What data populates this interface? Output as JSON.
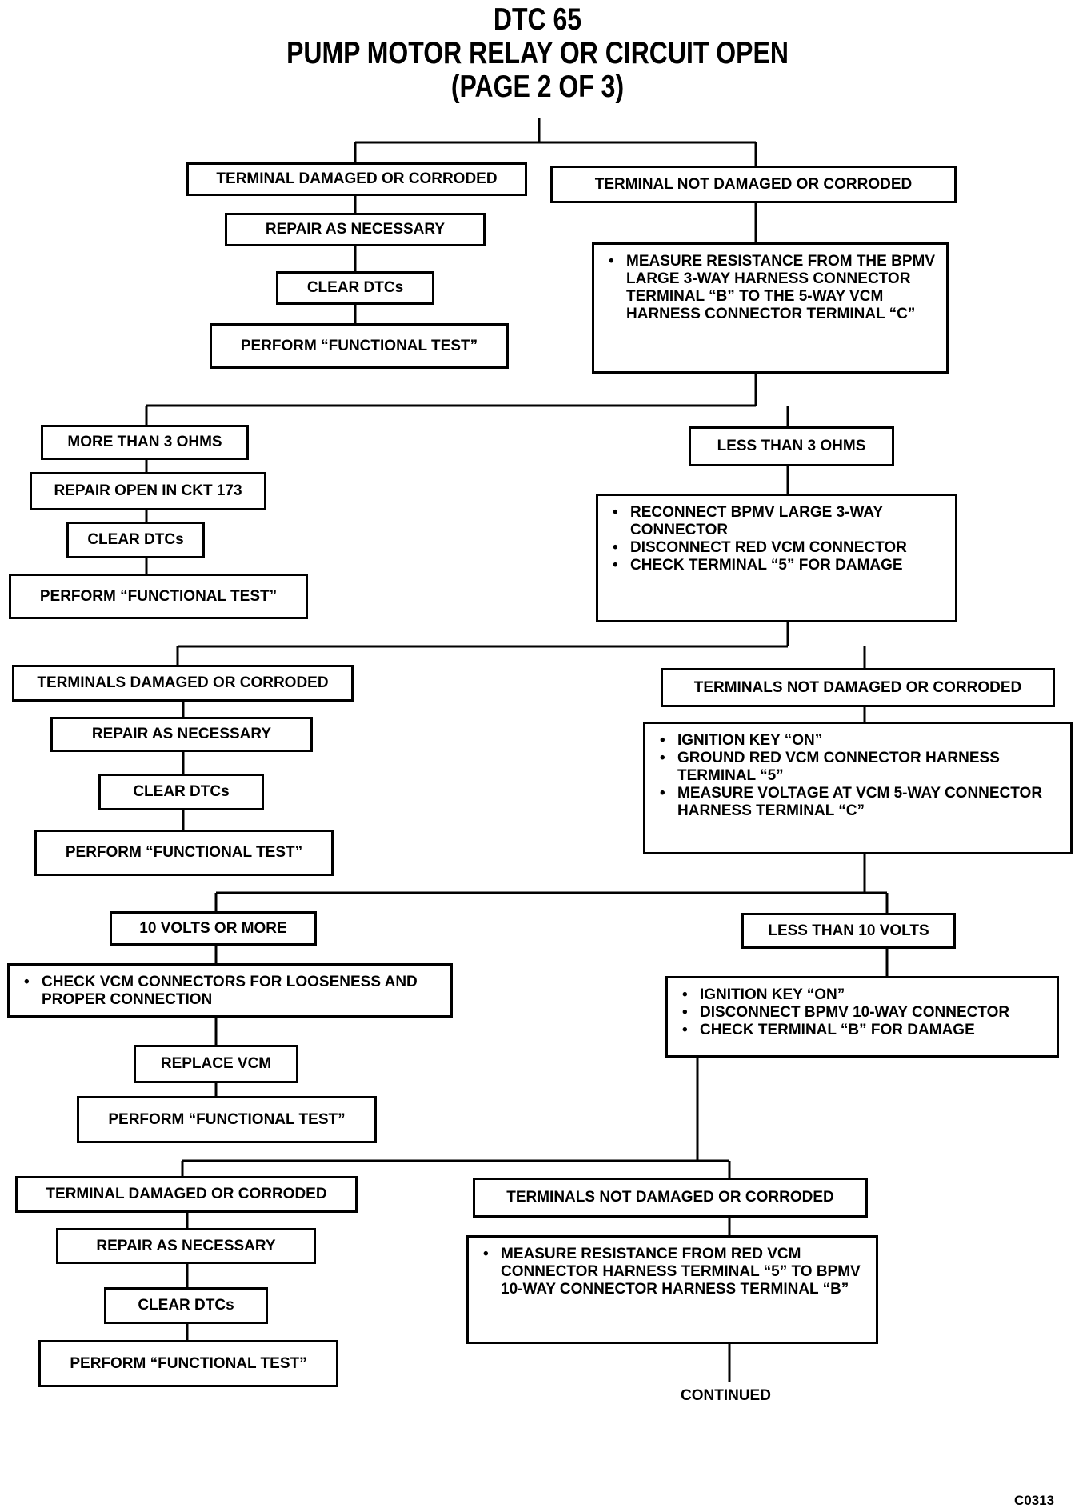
{
  "title": {
    "line1": "DTC 65",
    "line2": "PUMP MOTOR RELAY OR CIRCUIT OPEN",
    "line3": "(PAGE 2 OF 3)"
  },
  "boxes": {
    "b1": "TERMINAL DAMAGED OR CORRODED",
    "b2": "REPAIR AS NECESSARY",
    "b3": "CLEAR DTCs",
    "b4": "PERFORM “FUNCTIONAL TEST”",
    "b5": "TERMINAL NOT DAMAGED OR CORRODED",
    "b6": [
      "MEASURE RESISTANCE FROM THE BPMV LARGE 3-WAY HARNESS CONNECTOR TERMINAL “B” TO THE 5-WAY VCM HARNESS CONNECTOR TERMINAL “C”"
    ],
    "b7": "MORE THAN 3 OHMS",
    "b8": "REPAIR OPEN IN CKT 173",
    "b9": "CLEAR DTCs",
    "b10": "PERFORM “FUNCTIONAL TEST”",
    "b11": "LESS THAN 3 OHMS",
    "b12": [
      "RECONNECT BPMV LARGE 3-WAY CONNECTOR",
      "DISCONNECT RED VCM CONNECTOR",
      "CHECK TERMINAL “5” FOR DAMAGE"
    ],
    "b13": "TERMINALS DAMAGED OR CORRODED",
    "b14": "REPAIR AS NECESSARY",
    "b15": "CLEAR DTCs",
    "b16": "PERFORM “FUNCTIONAL TEST”",
    "b17": "TERMINALS NOT DAMAGED OR CORRODED",
    "b18": [
      "IGNITION KEY “ON”",
      "GROUND RED VCM CONNECTOR HARNESS TERMINAL “5”",
      "MEASURE VOLTAGE AT VCM 5-WAY CONNECTOR HARNESS TERMINAL “C”"
    ],
    "b19": "10 VOLTS OR MORE",
    "b20": [
      "CHECK VCM CONNECTORS FOR LOOSENESS AND PROPER CONNECTION"
    ],
    "b21": "REPLACE VCM",
    "b22": "PERFORM “FUNCTIONAL TEST”",
    "b23": "LESS THAN 10 VOLTS",
    "b24": [
      "IGNITION KEY “ON”",
      "DISCONNECT BPMV 10-WAY CONNECTOR",
      "CHECK TERMINAL “B” FOR DAMAGE"
    ],
    "b25": "TERMINAL DAMAGED OR CORRODED",
    "b26": "REPAIR AS NECESSARY",
    "b27": "CLEAR DTCs",
    "b28": "PERFORM “FUNCTIONAL TEST”",
    "b29": "TERMINALS NOT DAMAGED OR CORRODED",
    "b30": [
      "MEASURE RESISTANCE FROM RED VCM CONNECTOR HARNESS TERMINAL “5” TO BPMV 10-WAY CONNECTOR HARNESS TERMINAL “B”"
    ]
  },
  "continued": "CONTINUED",
  "figure_code": "C0313"
}
